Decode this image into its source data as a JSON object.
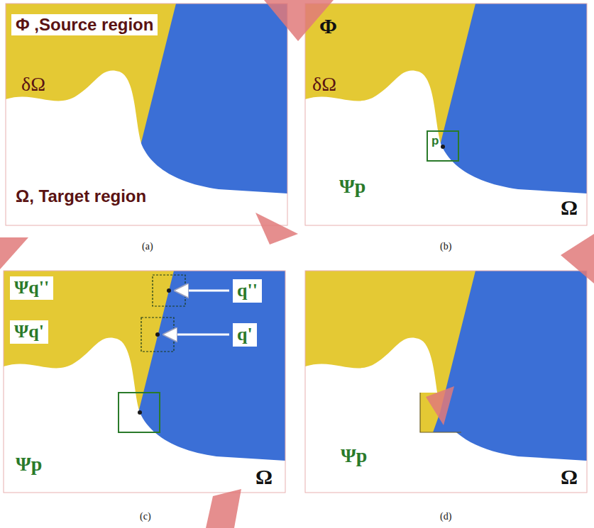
{
  "diagram": {
    "labels": [
      "Φ ,Source region",
      "δΩ",
      "Ω, Target region",
      "(a)",
      "Φ",
      "δΩ",
      "p",
      "Ψp",
      "Ω",
      "(b)",
      "Ψq''",
      "q''",
      "Ψq'",
      "q'",
      "Ψp",
      "Ω",
      "(c)",
      "Ψp",
      "Ω",
      "(d)"
    ]
  }
}
